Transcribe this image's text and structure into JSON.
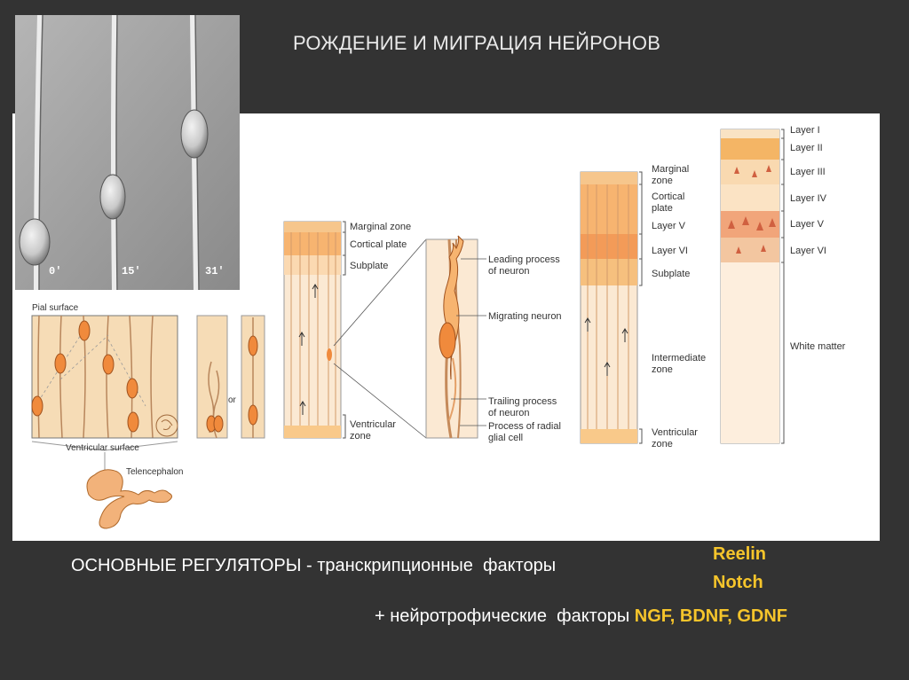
{
  "title": "РОЖДЕНИЕ И МИГРАЦИЯ НЕЙРОНОВ",
  "micrograph": {
    "timestamps": [
      "0'",
      "15'",
      "31'"
    ]
  },
  "diagram_a": {
    "pial_surface": "Pial surface",
    "ventricular_surface": "Ventricular surface",
    "telencephalon": "Telencephalon",
    "or": "or"
  },
  "diagram_b": {
    "labels": [
      "Marginal zone",
      "Cortical plate",
      "Subplate",
      "Ventricular",
      "zone"
    ]
  },
  "diagram_c": {
    "labels": [
      "Leading process",
      "of neuron",
      "Migrating neuron",
      "Trailing process",
      "of neuron",
      "Process of radial",
      "glial cell"
    ]
  },
  "diagram_d": {
    "labels": [
      "Marginal",
      "zone",
      "Cortical",
      "plate",
      "Layer V",
      "Layer VI",
      "Subplate",
      "Intermediate",
      "zone",
      "Ventricular",
      "zone"
    ]
  },
  "diagram_e": {
    "labels": [
      "Layer I",
      "Layer II",
      "Layer III",
      "Layer IV",
      "Layer V",
      "Layer VI",
      "White matter"
    ]
  },
  "bottom": {
    "line1_caps": "ОСНОВНЫЕ РЕГУЛЯТОРЫ",
    "line1_rest": " - транскрипционные  факторы",
    "reg1": "Reelin",
    "reg2": "Notch",
    "line2_prefix": "+ нейротрофические  факторы ",
    "line2_factors": "NGF, BDNF, GDNF"
  },
  "colors": {
    "accent": "#f6c52b",
    "tissue": "#f7d7a8",
    "neuron": "#f08a3c",
    "background": "#333333"
  }
}
